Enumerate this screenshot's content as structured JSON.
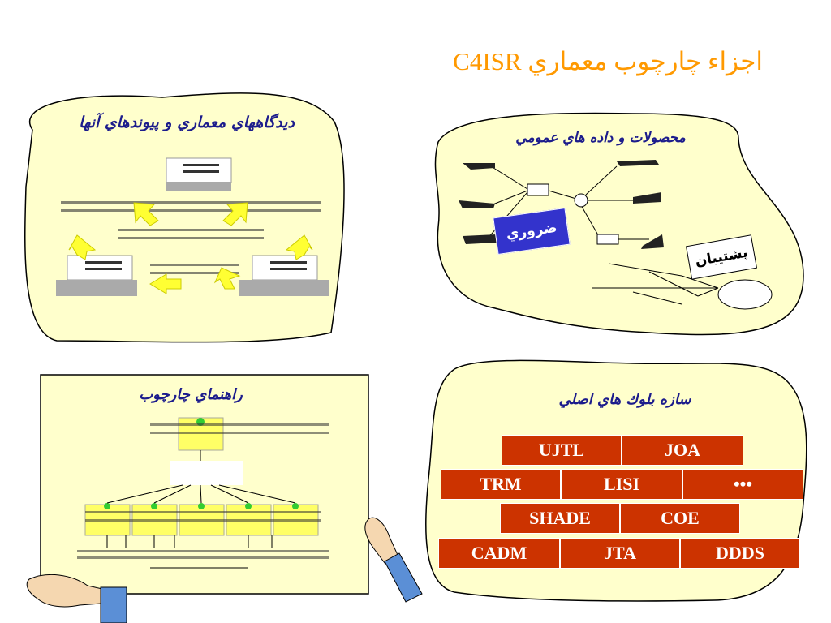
{
  "slide": {
    "title": "اجزاء چارچوب معماري C4ISR"
  },
  "panels": {
    "views": {
      "title": "ديدگاههاي معماري و پيوندهاي آنها"
    },
    "products": {
      "title": "محصولات و داده هاي عمومي",
      "essential_label": "ضروري",
      "supporting_label": "پشتيبان"
    },
    "guide": {
      "title": "راهنماي چارچوب"
    },
    "blocks": {
      "title": "سازه بلوك هاي اصلي",
      "rows": [
        [
          "UJTL",
          "JOA"
        ],
        [
          "TRM",
          "LISI",
          "•••"
        ],
        [
          "SHADE",
          "COE"
        ],
        [
          "CADM",
          "JTA",
          "DDDS"
        ]
      ]
    }
  },
  "colors": {
    "title": "#ff9900",
    "panel_fill": "#ffffcc",
    "brick": "#cc3300",
    "heading": "#1c1c8c",
    "arrow": "#ffff33"
  }
}
